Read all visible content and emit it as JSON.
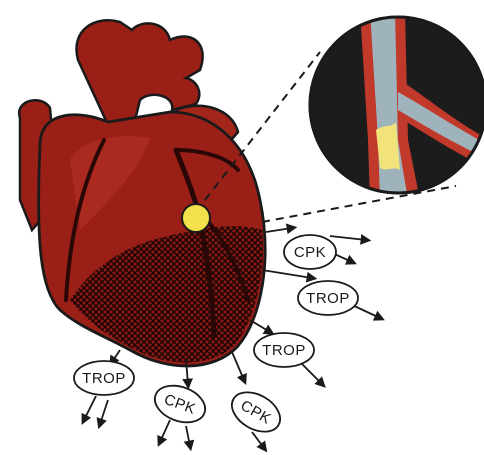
{
  "labels": {
    "cpk_1": "CPK",
    "trop_1": "TROP",
    "trop_2": "TROP",
    "trop_3": "TROP",
    "cpk_2": "CPK",
    "cpk_3": "CPK"
  },
  "colors": {
    "heart_base": "#9a1f17",
    "heart_dark": "#5e0f0b",
    "heart_highlight": "#b83326",
    "outline": "#1a1a1a",
    "inset_bg": "#1c1c1c",
    "vessel_wall": "#c0392b",
    "vessel_lumen": "#9fb3bd",
    "plaque": "#f1e27a",
    "occlusion_marker": "#f3e04a"
  },
  "icons": {
    "release_arrow": "arrow-icon",
    "occlusion": "yellow-dot-marker"
  }
}
